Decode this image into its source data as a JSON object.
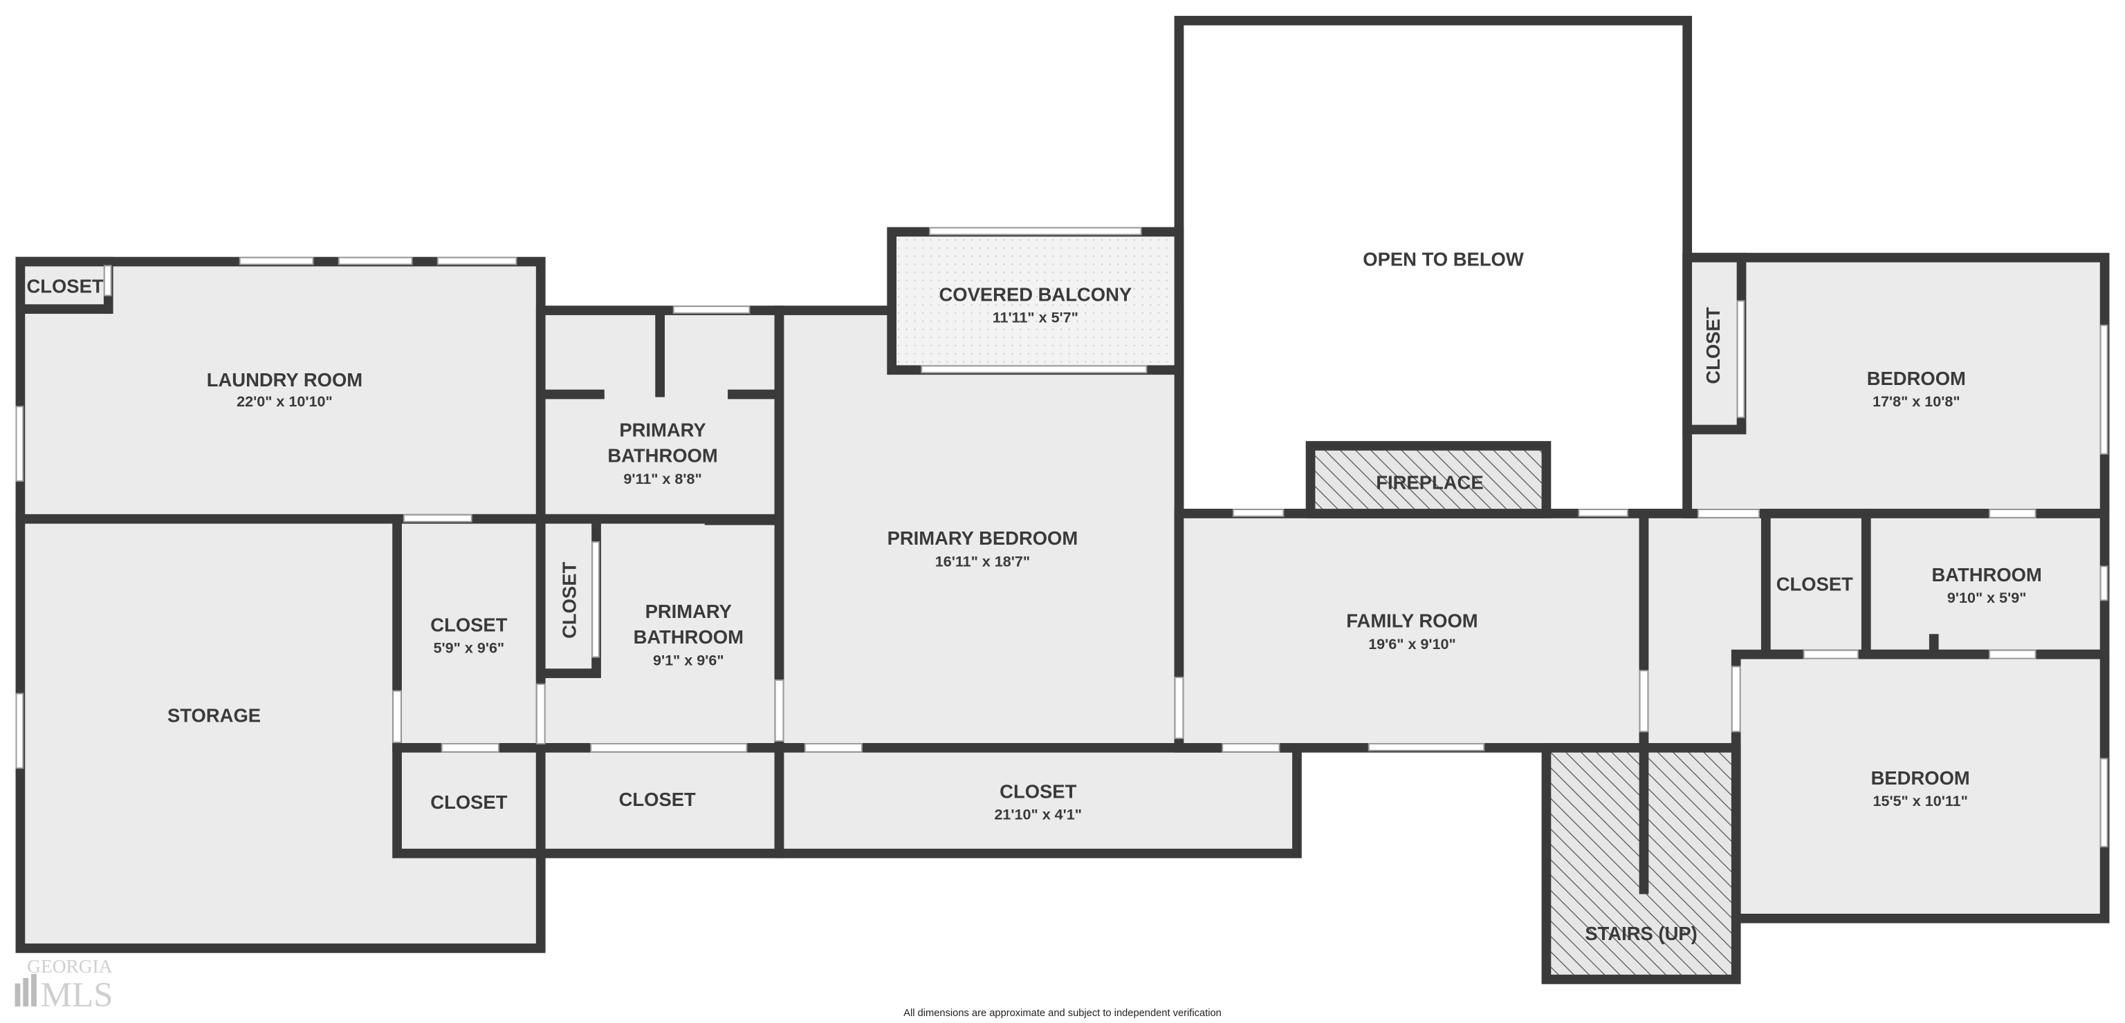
{
  "rooms": {
    "closet_laundry": {
      "name": "CLOSET"
    },
    "laundry": {
      "name": "LAUNDRY ROOM",
      "dims": "22'0\" x 10'10\""
    },
    "storage": {
      "name": "STORAGE"
    },
    "closet_a": {
      "name": "CLOSET",
      "dims": "5'9\" x 9'6\""
    },
    "closet_b": {
      "name": "CLOSET"
    },
    "primary_bath_1": {
      "name1": "PRIMARY",
      "name2": "BATHROOM",
      "dims": "9'11\" x 8'8\""
    },
    "closet_vertical": {
      "name": "CLOSET"
    },
    "primary_bath_2": {
      "name1": "PRIMARY",
      "name2": "BATHROOM",
      "dims": "9'1\" x 9'6\""
    },
    "closet_c": {
      "name": "CLOSET"
    },
    "covered_balcony": {
      "name": "COVERED BALCONY",
      "dims": "11'11\" x 5'7\""
    },
    "primary_bedroom": {
      "name": "PRIMARY BEDROOM",
      "dims": "16'11\" x 18'7\""
    },
    "closet_long": {
      "name": "CLOSET",
      "dims": "21'10\" x 4'1\""
    },
    "open_to_below": {
      "name": "OPEN TO BELOW"
    },
    "fireplace": {
      "name": "FIREPLACE"
    },
    "family_room": {
      "name": "FAMILY ROOM",
      "dims": "19'6\" x 9'10\""
    },
    "closet_right_vertical": {
      "name": "CLOSET"
    },
    "bedroom_1": {
      "name": "BEDROOM",
      "dims": "17'8\" x 10'8\""
    },
    "closet_right": {
      "name": "CLOSET"
    },
    "bathroom": {
      "name": "BATHROOM",
      "dims": "9'10\" x 5'9\""
    },
    "bedroom_2": {
      "name": "BEDROOM",
      "dims": "15'5\" x 10'11\""
    },
    "stairs": {
      "name": "STAIRS (UP)"
    }
  },
  "footer_note": "All dimensions are approximate and subject to independent verification",
  "logo": {
    "line1": "GEORGIA",
    "line2": "MLS"
  }
}
